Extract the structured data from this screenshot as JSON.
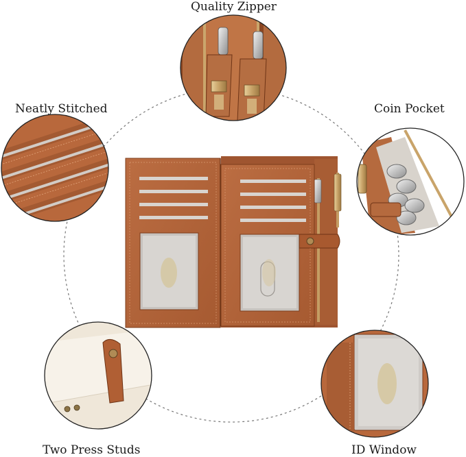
{
  "labels": {
    "quality_zipper": "Quality Zipper",
    "neatly_stitched": "Neatly Stitched",
    "coin_pocket": "Coin Pocket",
    "two_press_studs": "Two Press Studs",
    "id_window": "ID Window"
  },
  "colors": {
    "leather": "#b2643a",
    "leather_dark": "#8a4520",
    "zipper_gold": "#c9a46a",
    "window": "#d9d9d9",
    "lining": "#f1ebe0"
  }
}
